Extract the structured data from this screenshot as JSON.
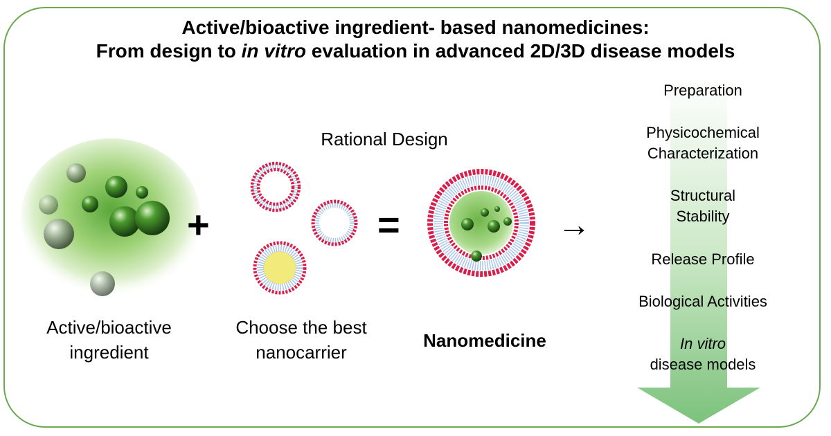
{
  "title": {
    "line1": "Active/bioactive ingredient- based nanomedicines:",
    "line2_pre": "From design to ",
    "line2_italic": "in vitro",
    "line2_post": " evaluation in advanced 2D/3D disease models"
  },
  "rational_design_label": "Rational Design",
  "ingredient_label_line1": "Active/bioactive",
  "ingredient_label_line2": "ingredient",
  "nanocarrier_label_line1": "Choose the best",
  "nanocarrier_label_line2": "nanocarrier",
  "nanomedicine_label": "Nanomedicine",
  "symbols": {
    "plus": "+",
    "equals": "=",
    "arrow": "→"
  },
  "steps": [
    {
      "line1": "Preparation"
    },
    {
      "line1": "Physicochemical",
      "line2": "Characterization"
    },
    {
      "line1": "Structural",
      "line2": "Stability"
    },
    {
      "line1": "Release Profile"
    },
    {
      "line1": "Biological Activities"
    },
    {
      "line1_italic": "In vitro",
      "line2": "disease models"
    }
  ],
  "colors": {
    "frame": "#6aa84f",
    "green_glow": "#9ad26a",
    "lipid_head": "#d81e4a",
    "lipid_tail": "#a9c5e8",
    "core_yellow": "#f2ea7a",
    "arrow_green": "#8ed08e"
  }
}
